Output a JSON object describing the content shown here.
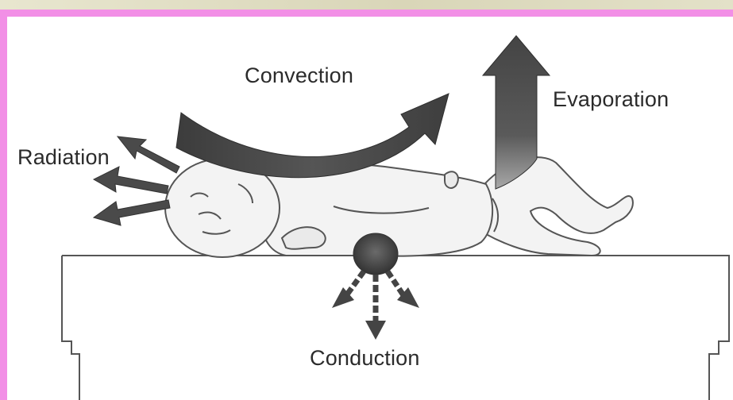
{
  "labels": {
    "convection": "Convection",
    "evaporation": "Evaporation",
    "radiation": "Radiation",
    "conduction": "Conduction"
  },
  "colors": {
    "frame_border": "#f28fe6",
    "arrow_dark": "#4a4a4a",
    "line": "#555555",
    "table_fill": "#ffffff"
  }
}
